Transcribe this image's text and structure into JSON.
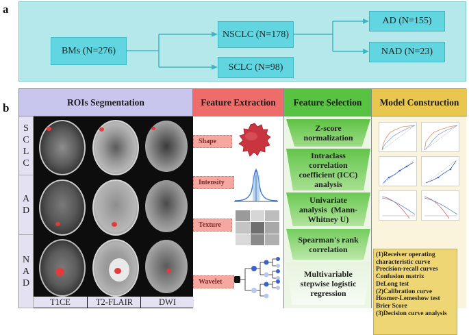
{
  "panel_labels": {
    "a": "a",
    "b": "b"
  },
  "flowchart": {
    "root": "BMs (N=276)",
    "nsclc": "NSCLC (N=178)",
    "sclc": "SCLC (N=98)",
    "ad": "AD (N=155)",
    "nad": "NAD (N=23)"
  },
  "headers": {
    "roi": "ROIs Segmentation",
    "extraction": "Feature Extraction",
    "selection": "Feature Selection",
    "model": "Model Construction"
  },
  "rows": [
    {
      "label": [
        "S",
        "C",
        "L",
        "C"
      ]
    },
    {
      "label": [
        "A",
        "D"
      ]
    },
    {
      "label": [
        "N",
        "A",
        "D"
      ]
    }
  ],
  "sequences": [
    "T1CE",
    "T2-FLAIR",
    "DWI"
  ],
  "features": [
    "Shape",
    "Intensity",
    "Texture",
    "Wavelet"
  ],
  "selection_steps": [
    [
      "Z-score",
      "normalization"
    ],
    [
      "Intraclass",
      "correlation",
      "coefficient (ICC)",
      "analysis"
    ],
    [
      "Univariate",
      "analysis  (Mann-",
      "Whitney U)"
    ],
    [
      "Spearman's rank",
      "correlation"
    ],
    [
      "Multivariable",
      "stepwise logistic",
      "regression"
    ]
  ],
  "model_items": [
    "(1)Receiver operating",
    "characteristic curve",
    "Precision-recall curves",
    "Confusion matrix",
    "DeLong test",
    "(2)Calibration curve",
    "Hosmer-Lemeshow test",
    "Brier Score",
    "(3)Decision curve analysis"
  ],
  "colors": {
    "panel_a_bg": "#b5e8ea",
    "node": "#62d6e0",
    "header_roi": "#c9c6ee",
    "header_extraction": "#ee6d6a",
    "header_selection": "#58c342",
    "header_model": "#e9c74f",
    "lesion": "#e33b3b"
  }
}
